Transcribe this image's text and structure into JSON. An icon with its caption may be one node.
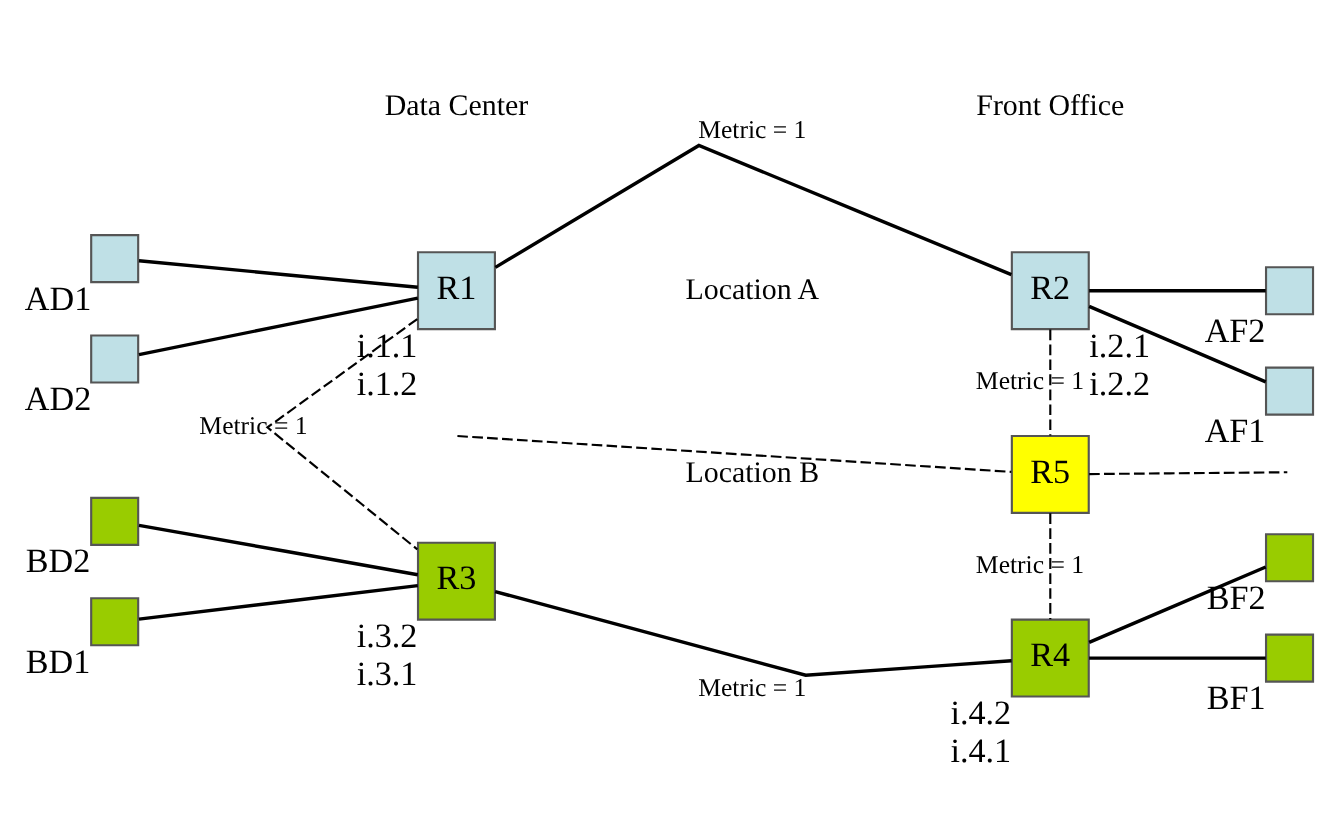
{
  "diagram": {
    "nodes": [
      {
        "text": [],
        "shape": "box",
        "beside": [
          "AD1"
        ]
      },
      {
        "text": [
          "R1"
        ],
        "beside": [
          "i.1.1",
          "i.1.2"
        ]
      },
      {
        "text": [
          "R2"
        ],
        "beside": [
          "i.2.1",
          "i.2.2"
        ]
      },
      {
        "text": [],
        "shape": "box",
        "beside": [
          "AF1"
        ]
      },
      {
        "text": [],
        "shape": "box",
        "beside": [
          "AD2"
        ]
      },
      {
        "text": [],
        "shape": "box",
        "beside": [
          "AF2"
        ]
      },
      {
        "text": [
          "R5"
        ]
      },
      {
        "text": [],
        "shape": "box",
        "beside": [
          "BD1"
        ]
      },
      {
        "text": [
          "R3"
        ],
        "beside": [
          "i.3.2",
          "i.3.1"
        ]
      },
      {
        "text": [
          "R4"
        ],
        "beside": [
          "i.4.2",
          "i.4.1"
        ]
      },
      {
        "text": [],
        "shape": "box",
        "beside": [
          "BF1"
        ]
      },
      {
        "text": [],
        "shape": "box",
        "beside": [
          "BD2"
        ]
      },
      {
        "text": [],
        "shape": "box",
        "beside": [
          "BF2"
        ]
      }
    ],
    "edges": [
      {
        "from": 0,
        "to": 1,
        "arrow": "none"
      },
      {
        "from": 4,
        "to": 1,
        "arrow": "none"
      },
      {
        "from": 1,
        "to": 2,
        "arrow": "none",
        "label": "Metric = 1"
      },
      {
        "from": 2,
        "to": 3,
        "arrow": "none"
      },
      {
        "from": 2,
        "to": 5,
        "arrow": "none"
      },
      {
        "from": 1,
        "to": 8,
        "arrow": "none",
        "style": "dashed",
        "label": "Metric = 1"
      },
      {
        "from": 2,
        "to": 6,
        "arrow": "none",
        "style": "dashed",
        "label": "Metric = 1"
      },
      {
        "from": null,
        "to": 6,
        "arrow": "none",
        "style": "dashed"
      },
      {
        "from": 6,
        "to": null,
        "arrow": "none",
        "style": "dashed"
      },
      {
        "from": 6,
        "to": 9,
        "arrow": "none",
        "style": "dashed",
        "label": "Metric = 1"
      },
      {
        "from": 7,
        "to": 8,
        "arrow": "none"
      },
      {
        "from": 11,
        "to": 8,
        "arrow": "none"
      },
      {
        "from": 8,
        "to": 9,
        "arrow": "none",
        "label": "Metric = 1"
      },
      {
        "from": 9,
        "to": 10,
        "arrow": "none"
      },
      {
        "from": 9,
        "to": 12,
        "arrow": "none"
      }
    ],
    "labels": [
      "Data Center",
      "Front Office",
      "Location A",
      "Location B"
    ]
  }
}
